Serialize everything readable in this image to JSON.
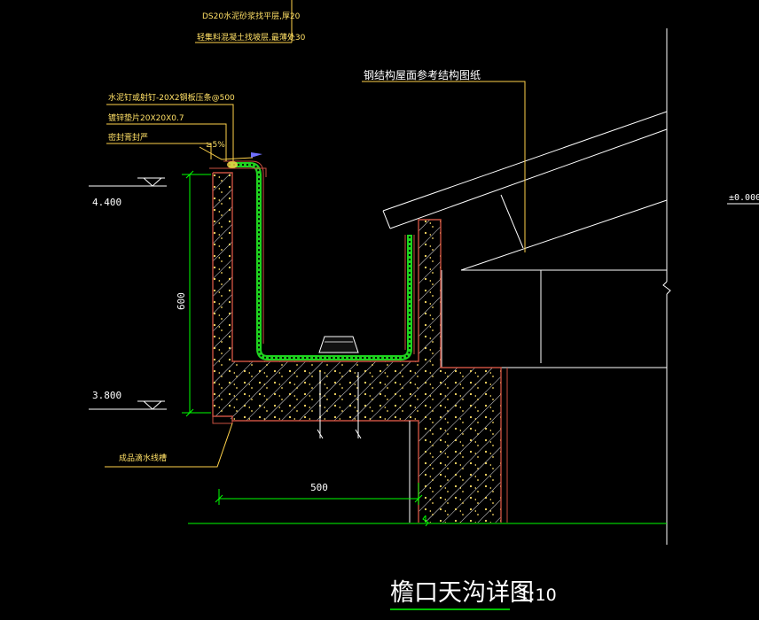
{
  "drawing": {
    "annotations": {
      "note_ds20": "DS20水泥砂浆找平层,厚20",
      "note_fill": "轻集料混凝土找坡层,最薄处30",
      "note_steel_roof": "钢结构屋面参考结构图纸",
      "note_fix": "水泥钉或射钉-20X2钢板压条@500",
      "note_angle": "镀锌垫片20X20X0.7",
      "note_seal": "密封膏封严",
      "note_slope": "≥5%",
      "note_drip": "成品滴水线槽"
    },
    "elevations": {
      "upper": "4.400",
      "lower": "3.800",
      "datum": "±0.000"
    },
    "dimensions": {
      "height": "600",
      "width": "500"
    },
    "title": {
      "name": "檐口天沟详图",
      "scale": "1:10"
    }
  },
  "colors": {
    "background": "#000000",
    "line_white": "#ffffff",
    "dim_green": "#00ff00",
    "leader_yellow": "#ffd24a",
    "text_yellow": "#ffe066",
    "concrete_edge": "#c85040",
    "membrane_green": "#1fd31f",
    "hatch": "#e8e8e8"
  }
}
